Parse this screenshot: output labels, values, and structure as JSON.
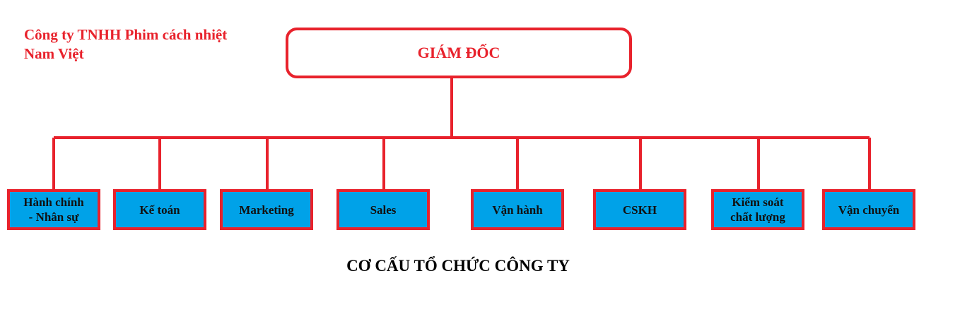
{
  "company": {
    "name": "Công ty TNHH Phim cách nhiệt Nam Việt"
  },
  "root": {
    "label": "GIÁM ĐỐC"
  },
  "departments": [
    {
      "label": "Hành chính\n- Nhân sự"
    },
    {
      "label": "Kế toán"
    },
    {
      "label": "Marketing"
    },
    {
      "label": "Sales"
    },
    {
      "label": "Vận hành"
    },
    {
      "label": "CSKH"
    },
    {
      "label": "Kiểm soát\nchất lượng"
    },
    {
      "label": "Vận chuyển"
    }
  ],
  "caption": "CƠ CẤU TỔ CHỨC CÔNG TY",
  "colors": {
    "connector": "#e8222c",
    "box_border": "#e8222c",
    "box_fill": "#00a2e8",
    "title_text": "#e8222c"
  }
}
